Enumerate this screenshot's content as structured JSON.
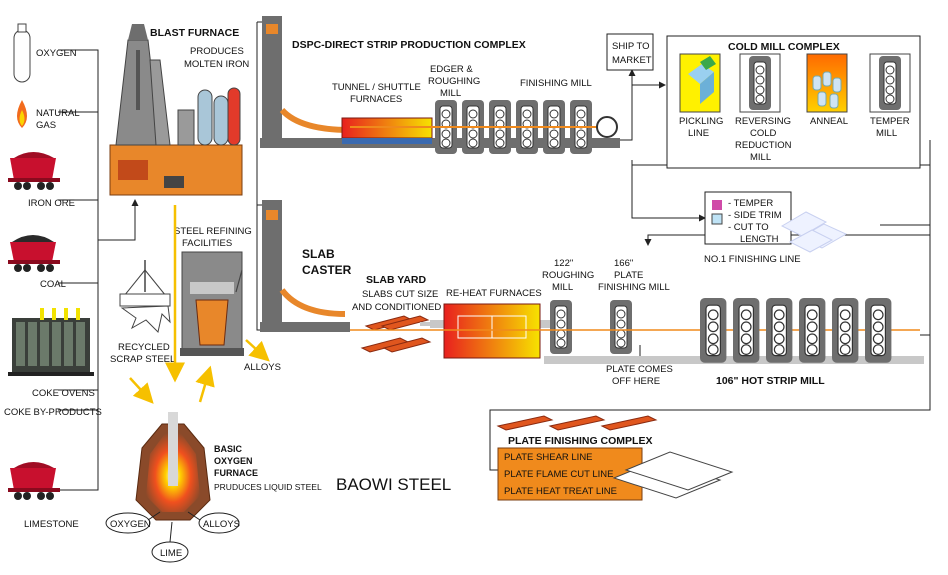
{
  "raw_materials": {
    "oxygen": "OXYGEN",
    "natural_gas": [
      "NATURAL",
      "GAS"
    ],
    "iron_ore": "IRON ORE",
    "coal": "COAL",
    "coke_ovens": "COKE OVENS",
    "coke_byproducts": "COKE BY-PRODUCTS",
    "limestone": "LIMESTONE"
  },
  "blast_furnace": {
    "title": "BLAST FURNACE",
    "desc": [
      "PRODUCES",
      "MOLTEN IRON"
    ]
  },
  "dspc": {
    "title": "DSPC-DIRECT STRIP PRODUCTION COMPLEX",
    "tunnel": [
      "TUNNEL / SHUTTLE",
      "FURNACES"
    ],
    "edger": [
      "EDGER &",
      "ROUGHING",
      "MILL"
    ],
    "finishing": "FINISHING MILL"
  },
  "ship": [
    "SHIP TO",
    "MARKET"
  ],
  "cold_mill": {
    "title": "COLD MILL COMPLEX",
    "pickling": [
      "PICKLING",
      "LINE"
    ],
    "reversing": [
      "REVERSING",
      "COLD",
      "REDUCTION",
      "MILL"
    ],
    "anneal": "ANNEAL",
    "temper": [
      "TEMPER",
      "MILL"
    ]
  },
  "no1_finishing": {
    "items": [
      "- TEMPER",
      "- SIDE TRIM",
      "- CUT TO",
      "LENGTH"
    ],
    "label": "NO.1 FINISHING LINE"
  },
  "steel_refining": [
    "STEEL REFINING",
    "FACILITIES"
  ],
  "slab_caster": [
    "SLAB",
    "CASTER"
  ],
  "slab_yard": {
    "title": "SLAB YARD",
    "desc": [
      "SLABS CUT SIZE",
      "AND CONDITIONED"
    ]
  },
  "reheat": "RE-HEAT FURNACES",
  "roughing122": [
    "122\"",
    "ROUGHING",
    "MILL"
  ],
  "plate166": [
    "166\"",
    "PLATE",
    "FINISHING MILL"
  ],
  "recycled": [
    "RECYCLED",
    "SCRAP STEEL"
  ],
  "alloys": "ALLOYS",
  "plate_comes": [
    "PLATE COMES",
    "OFF HERE"
  ],
  "hot_strip": "106\" HOT STRIP MILL",
  "bof": {
    "title": [
      "BASIC",
      "OXYGEN",
      "FURNACE"
    ],
    "desc": "PRUDUCES LIQUID STEEL",
    "oxygen": "OXYGEN",
    "alloys": "ALLOYS",
    "lime": "LIME"
  },
  "plate_finishing": {
    "title": "PLATE FINISHING COMPLEX",
    "lines": [
      "PLATE SHEAR LINE",
      "PLATE FLAME CUT LINE",
      "PLATE HEAT TREAT LINE"
    ]
  },
  "company": "BAOWI STEEL",
  "colors": {
    "furnace_orange": "#e8872a",
    "mill_gray": "#6e6e6e",
    "hot_yellow": "#f5c400",
    "railcar_red": "#c8102e",
    "plate_orange": "#f08a1c",
    "arrow_yellow": "#f6c000"
  }
}
